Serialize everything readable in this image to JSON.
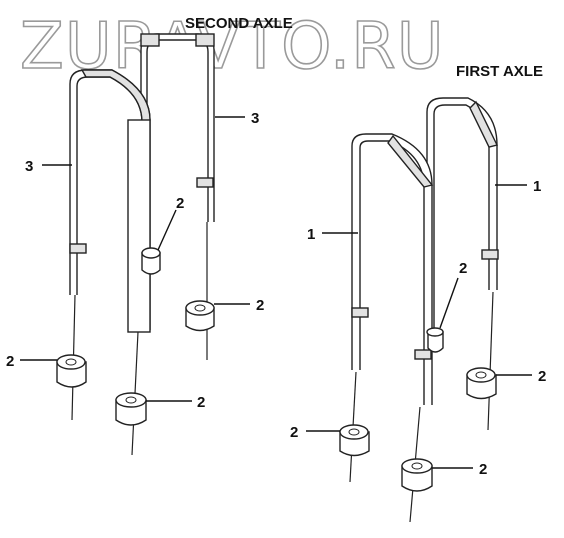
{
  "watermark": "ZURAVTO.RU",
  "titles": {
    "second_axle": "SECOND AXLE",
    "first_axle": "FIRST AXLE"
  },
  "callouts": {
    "ubolt_second_left": "3",
    "ubolt_second_right": "3",
    "ubolt_first_left": "1",
    "ubolt_first_right": "1",
    "nut_a": "2",
    "nut_b": "2",
    "nut_c": "2",
    "nut_d": "2",
    "nut_e": "2",
    "nut_f": "2",
    "nut_g": "2",
    "nut_h": "2"
  }
}
